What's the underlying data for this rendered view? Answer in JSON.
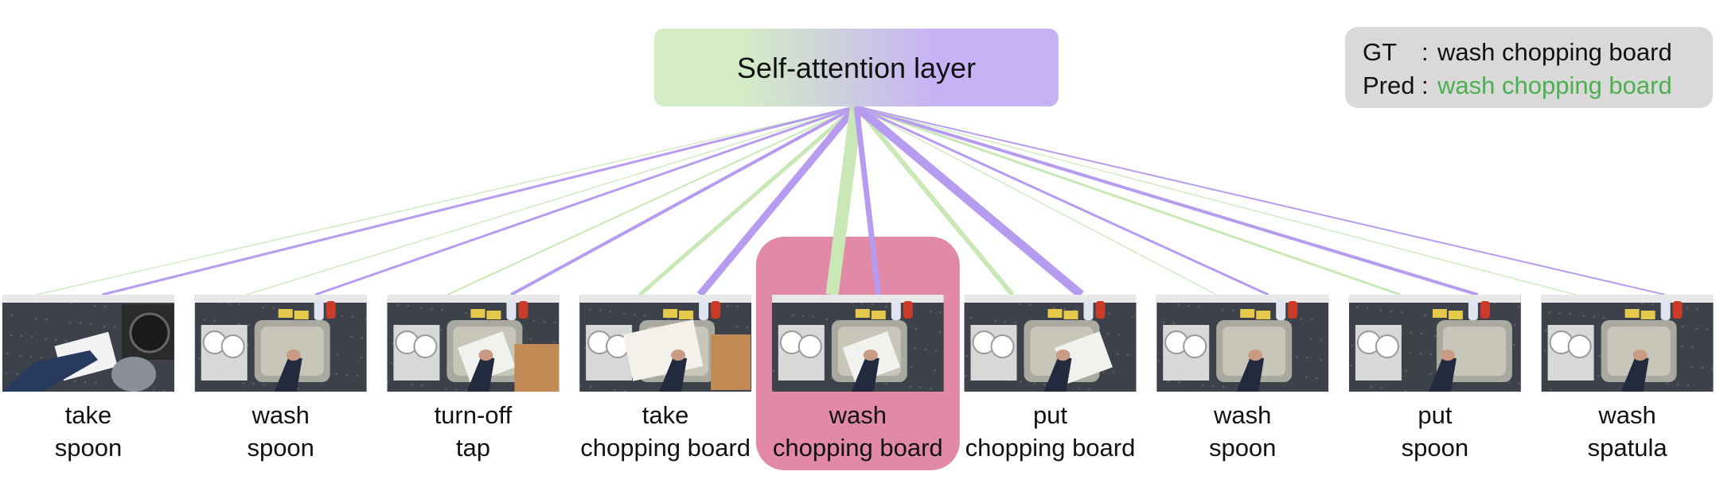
{
  "attention_layer": {
    "label": "Self-attention layer",
    "left_color": "#d4ecc6",
    "right_color": "#c7b2f5"
  },
  "prediction_box": {
    "gt_label": "GT",
    "gt_separator": ":",
    "gt_value": "wash chopping board",
    "pred_label": "Pred",
    "pred_separator": ":",
    "pred_value": "wash chopping board",
    "pred_color": "#4caf50",
    "background": "#d9d9d9"
  },
  "highlight": {
    "color": "#e289a8",
    "frame_index": 4
  },
  "frames": [
    {
      "line1": "take",
      "line2": "spoon",
      "scene": "board-stove"
    },
    {
      "line1": "wash",
      "line2": "spoon",
      "scene": "sink-hands"
    },
    {
      "line1": "turn-off",
      "line2": "tap",
      "scene": "sink-board"
    },
    {
      "line1": "take",
      "line2": "chopping board",
      "scene": "board-hands"
    },
    {
      "line1": "wash",
      "line2": "chopping board",
      "scene": "sink-board-wash"
    },
    {
      "line1": "put",
      "line2": "chopping board",
      "scene": "sink-board-right"
    },
    {
      "line1": "wash",
      "line2": "spoon",
      "scene": "sink-hands"
    },
    {
      "line1": "put",
      "line2": "spoon",
      "scene": "sink-right"
    },
    {
      "line1": "wash",
      "line2": "spatula",
      "scene": "sink-hands"
    }
  ],
  "attention_lines": [
    {
      "frame": 0,
      "anchor": 0.2,
      "color": "green",
      "weight": 1
    },
    {
      "frame": 0,
      "anchor": 0.58,
      "color": "purple",
      "weight": 3
    },
    {
      "frame": 1,
      "anchor": 0.3,
      "color": "green",
      "weight": 1
    },
    {
      "frame": 1,
      "anchor": 0.7,
      "color": "purple",
      "weight": 3
    },
    {
      "frame": 2,
      "anchor": 0.35,
      "color": "green",
      "weight": 2
    },
    {
      "frame": 2,
      "anchor": 0.72,
      "color": "purple",
      "weight": 4
    },
    {
      "frame": 3,
      "anchor": 0.35,
      "color": "green",
      "weight": 5
    },
    {
      "frame": 3,
      "anchor": 0.7,
      "color": "purple",
      "weight": 9
    },
    {
      "frame": 4,
      "anchor": 0.35,
      "color": "green",
      "weight": 16
    },
    {
      "frame": 4,
      "anchor": 0.62,
      "color": "purple",
      "weight": 7
    },
    {
      "frame": 5,
      "anchor": 0.28,
      "color": "green",
      "weight": 6
    },
    {
      "frame": 5,
      "anchor": 0.68,
      "color": "purple",
      "weight": 11
    },
    {
      "frame": 6,
      "anchor": 0.35,
      "color": "green",
      "weight": 1
    },
    {
      "frame": 6,
      "anchor": 0.65,
      "color": "purple",
      "weight": 3
    },
    {
      "frame": 7,
      "anchor": 0.3,
      "color": "green",
      "weight": 3
    },
    {
      "frame": 7,
      "anchor": 0.75,
      "color": "purple",
      "weight": 4
    },
    {
      "frame": 8,
      "anchor": 0.2,
      "color": "green",
      "weight": 1
    },
    {
      "frame": 8,
      "anchor": 0.72,
      "color": "purple",
      "weight": 2
    }
  ]
}
